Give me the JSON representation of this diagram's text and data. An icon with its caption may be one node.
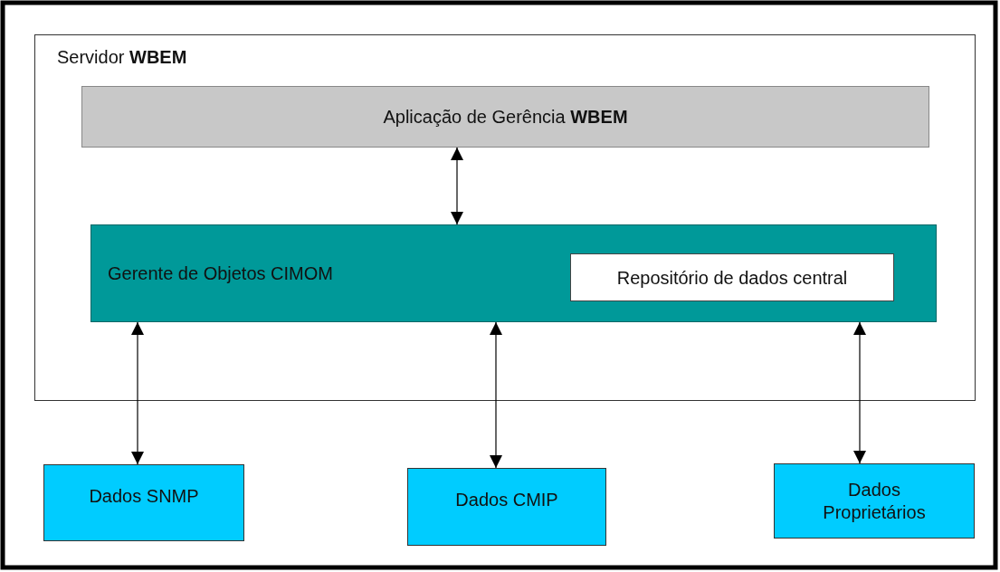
{
  "diagram": {
    "nodes": [
      {
        "text": [
          "Servidor **WBEM**"
        ]
      },
      {
        "text": [
          "Aplicação de Gerência **WBEM**"
        ],
        "in": 0
      },
      {
        "text": [
          "Gerente de Objetos CIMOM"
        ],
        "in": 0
      },
      {
        "text": [
          "Repositório de dados central"
        ],
        "in": 2
      },
      {
        "text": [
          "Dados SNMP"
        ]
      },
      {
        "text": [
          "Dados CMIP"
        ]
      },
      {
        "text": [
          "Dados Proprietários"
        ]
      }
    ],
    "edges": [
      {
        "from": 1,
        "to": 2,
        "arrow": "both"
      },
      {
        "from": 2,
        "to": 4,
        "arrow": "both"
      },
      {
        "from": 2,
        "to": 5,
        "arrow": "both"
      },
      {
        "from": 2,
        "to": 6,
        "arrow": "both"
      }
    ]
  }
}
